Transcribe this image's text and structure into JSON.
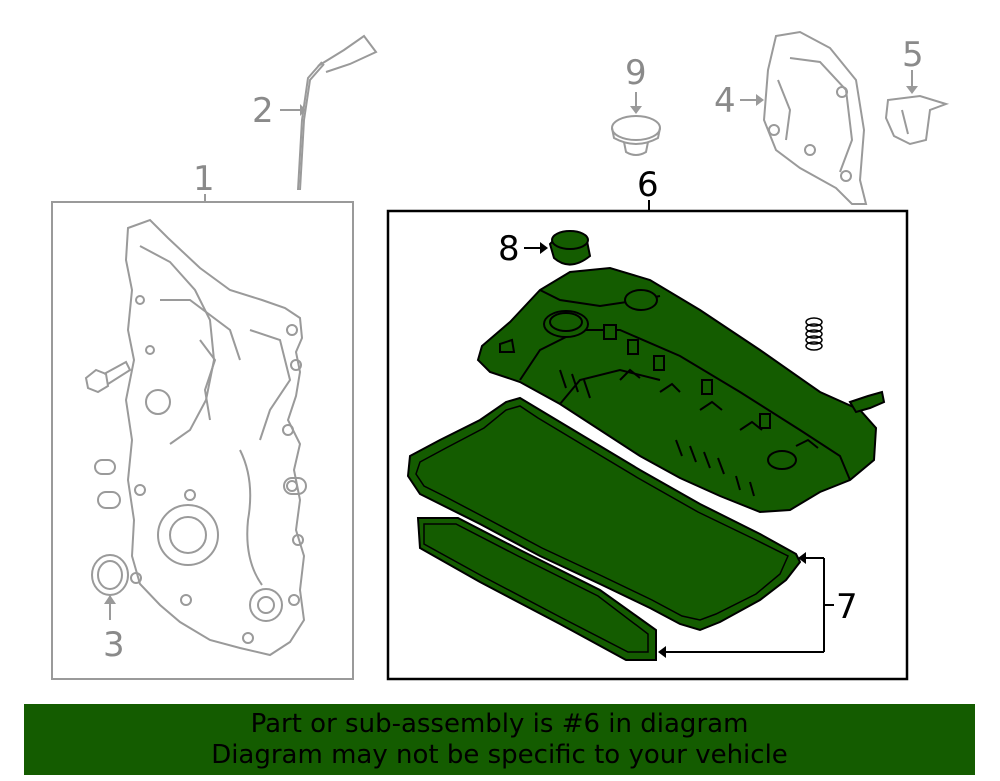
{
  "callouts": {
    "c1": "1",
    "c2": "2",
    "c3": "3",
    "c4": "4",
    "c5": "5",
    "c6": "6",
    "c7": "7",
    "c8": "8",
    "c9": "9"
  },
  "banner": {
    "line1": "Part or sub-assembly is #6 in diagram",
    "line2": "Diagram may not be specific to your vehicle"
  },
  "colors": {
    "highlight": "#145c00",
    "line_grey": "#9a9a9a",
    "box_border": "#000000"
  }
}
